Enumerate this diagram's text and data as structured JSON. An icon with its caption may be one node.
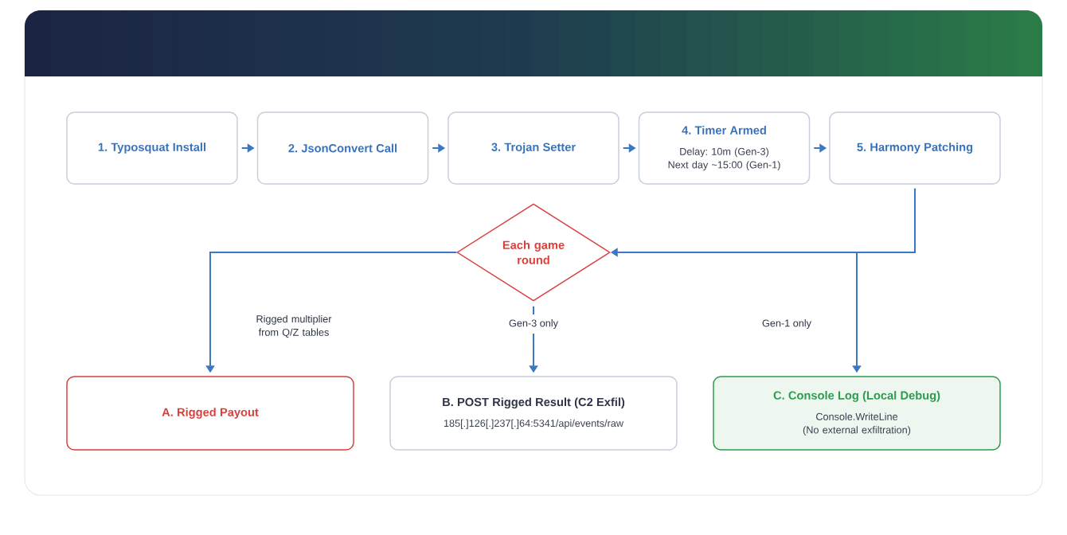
{
  "diagram": {
    "nodes": [
      {
        "text": [
          "1. Typosquat Install"
        ]
      },
      {
        "text": [
          "2. JsonConvert Call"
        ]
      },
      {
        "text": [
          "3. Trojan Setter"
        ]
      },
      {
        "text": [
          "4. Timer Armed",
          "Delay: 10m (Gen-3)",
          "Next day ~15:00 (Gen-1)"
        ]
      },
      {
        "text": [
          "5. Harmony Patching"
        ]
      },
      {
        "text": [
          "Each game round"
        ]
      },
      {
        "text": [
          "A. Rigged Payout"
        ]
      },
      {
        "text": [
          "B. POST Rigged Result (C2 Exfil)",
          "185[.]126[.]237[.]64:5341/api/events/raw"
        ]
      },
      {
        "text": [
          "C. Console Log (Local Debug)",
          "Console.WriteLine",
          "(No external exfiltration)"
        ]
      }
    ],
    "edges": [
      {
        "from": 0,
        "to": 1,
        "arrow": "to"
      },
      {
        "from": 1,
        "to": 2,
        "arrow": "to"
      },
      {
        "from": 2,
        "to": 3,
        "arrow": "to"
      },
      {
        "from": 3,
        "to": 4,
        "arrow": "to"
      },
      {
        "from": 4,
        "to": 5,
        "arrow": "to"
      },
      {
        "from": 5,
        "to": 6,
        "arrow": "to",
        "label": "Rigged multiplier from Q/Z tables"
      },
      {
        "from": 5,
        "to": 7,
        "arrow": "to",
        "label": "Gen-3 only"
      },
      {
        "from": 4,
        "to": 8,
        "arrow": "to",
        "label": "Gen-1 only"
      }
    ]
  }
}
